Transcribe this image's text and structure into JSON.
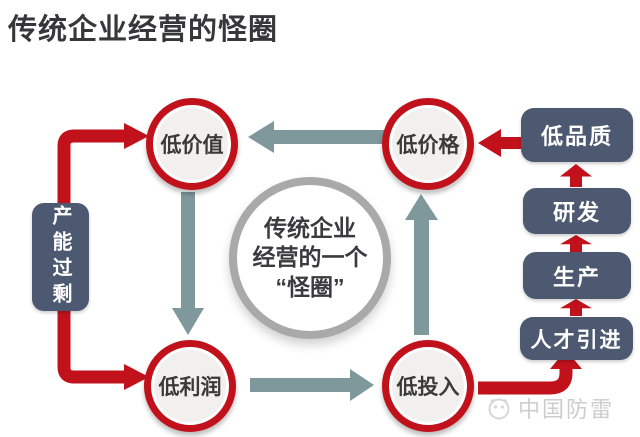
{
  "title": "传统企业经营的怪圈",
  "center_circle": {
    "line1": "传统企业",
    "line2": "经营的一个",
    "line3": "“怪圈”"
  },
  "cycle": {
    "low_value": "低价值",
    "low_price": "低价格",
    "low_profit": "低利润",
    "low_input": "低投入"
  },
  "left_box": {
    "label": "产能过剩"
  },
  "chain": {
    "low_quality": "低品质",
    "rnd": "研发",
    "production": "生产",
    "talent": "人才引进"
  },
  "watermark": {
    "text": "中国防雷"
  },
  "colors": {
    "red": "#c1121c",
    "slate": "#4d5971",
    "teal": "#7e989c",
    "center_ring": "#a9a9a9"
  }
}
